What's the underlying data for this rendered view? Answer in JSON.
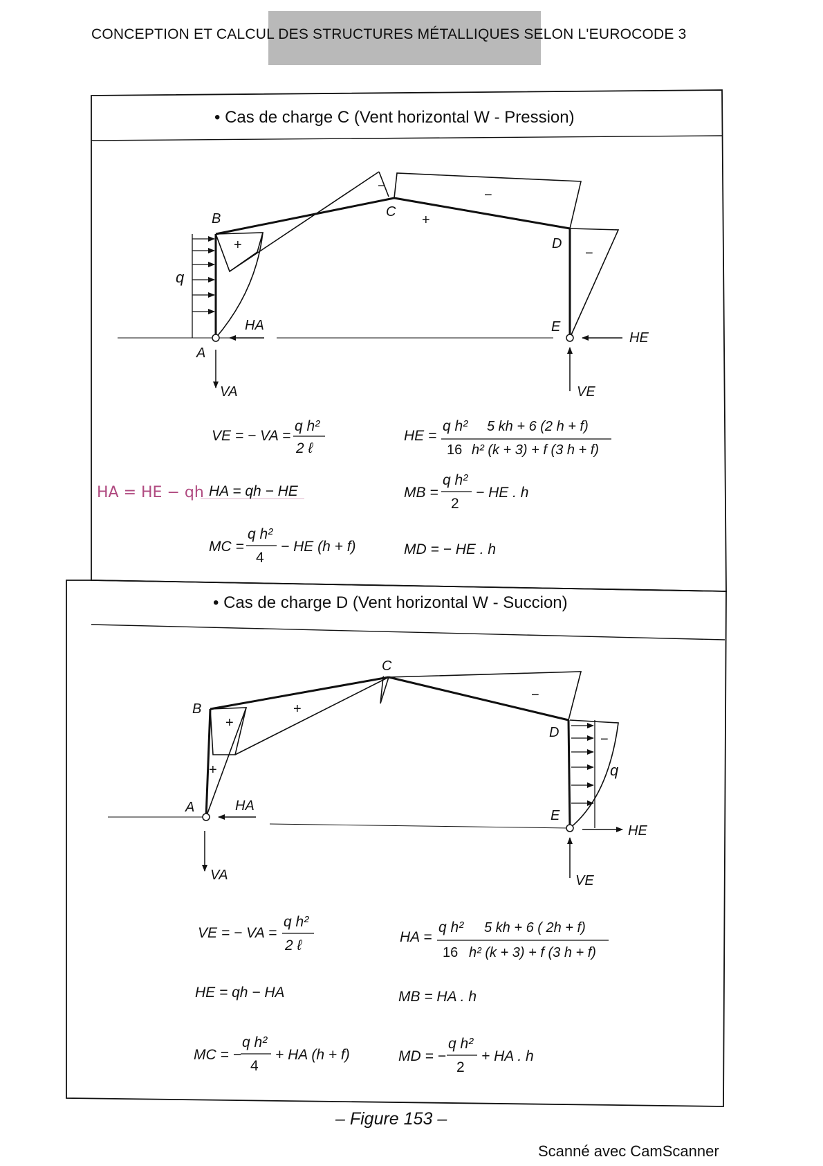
{
  "header": {
    "title": "CONCEPTION ET CALCUL DES STRUCTURES MÉTALLIQUES SELON L'EUROCODE 3"
  },
  "case_c": {
    "heading": "• Cas de charge C (Vent horizontal W - Pression)",
    "labels": {
      "B": "B",
      "C": "C",
      "D": "D",
      "A": "A",
      "E": "E",
      "q": "q",
      "HA": "HA",
      "HE": "HE",
      "VA": "VA",
      "VE": "VE",
      "plus1": "+",
      "plus2": "+",
      "minus1": "−",
      "minus2": "−",
      "minus3": "−"
    },
    "formulas": {
      "ve_lhs": "VE = − VA =",
      "ve_num": "q h²",
      "ve_den": "2 ℓ",
      "he_lhs": "HE =",
      "he_num1": "q h²",
      "he_den1": "16",
      "he_num2": "5 kh + 6 (2 h + f)",
      "he_den2": "h² (k + 3) + f (3  h + f)",
      "ha": "HA = qh − HE",
      "mb_lhs": "MB =",
      "mb_num": "q h²",
      "mb_den": "2",
      "mb_rhs": "− HE . h",
      "mc_lhs": "MC =",
      "mc_num": "q h²",
      "mc_den": "4",
      "mc_rhs": "− HE (h + f)",
      "md": "MD = − HE . h"
    },
    "handwritten_note": "HA = HE − qh"
  },
  "case_d": {
    "heading": "• Cas de charge D (Vent horizontal W - Succion)",
    "labels": {
      "B": "B",
      "C": "C",
      "D": "D",
      "A": "A",
      "E": "E",
      "q": "q",
      "HA": "HA",
      "HE": "HE",
      "VA": "VA",
      "VE": "VE",
      "plus1": "+",
      "plus2": "+",
      "plus3": "+",
      "minus1": "−",
      "minus2": "−"
    },
    "formulas": {
      "ve_lhs": "VE = − VA =",
      "ve_num": "q h²",
      "ve_den": "2 ℓ",
      "ha_lhs": "HA =",
      "ha_num1": "q h²",
      "ha_den1": "16",
      "ha_num2": "5 kh + 6 ( 2h + f)",
      "ha_den2": "h² (k + 3) + f (3 h + f)",
      "he": "HE = qh − HA",
      "mb": "MB = HA . h",
      "mc_lhs": "MC = −",
      "mc_num": "q h²",
      "mc_den": "4",
      "mc_rhs": "+ HA (h + f)",
      "md_lhs": "MD = −",
      "md_num": "q h²",
      "md_den": "2",
      "md_rhs": "+ HA . h"
    }
  },
  "caption": "– Figure 153 –",
  "scanner_note": "Scanné avec CamScanner"
}
